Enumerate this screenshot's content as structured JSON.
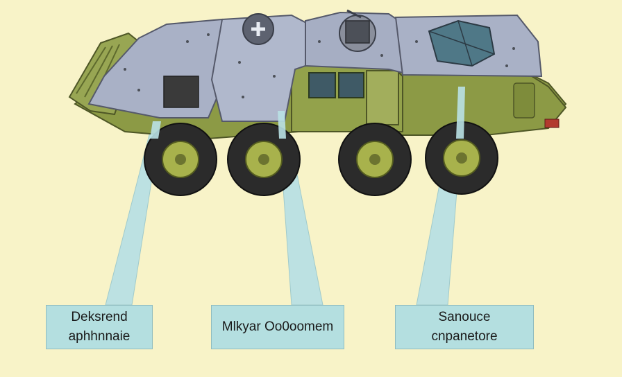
{
  "labels": [
    {
      "line1": "Deksrend",
      "line2": "aphhnnaie"
    },
    {
      "line1": "Mlkyar Oo0oomem",
      "line2": ""
    },
    {
      "line1": "Sanouce",
      "line2": "cnpanetore"
    }
  ],
  "colors": {
    "background": "#f8f3c8",
    "hull_olive": "#8c9a45",
    "armor_gray": "#a9b1c6",
    "callout_blue": "#b4dfe0",
    "tire": "#2b2b2b",
    "hub": "#a8b24c"
  }
}
